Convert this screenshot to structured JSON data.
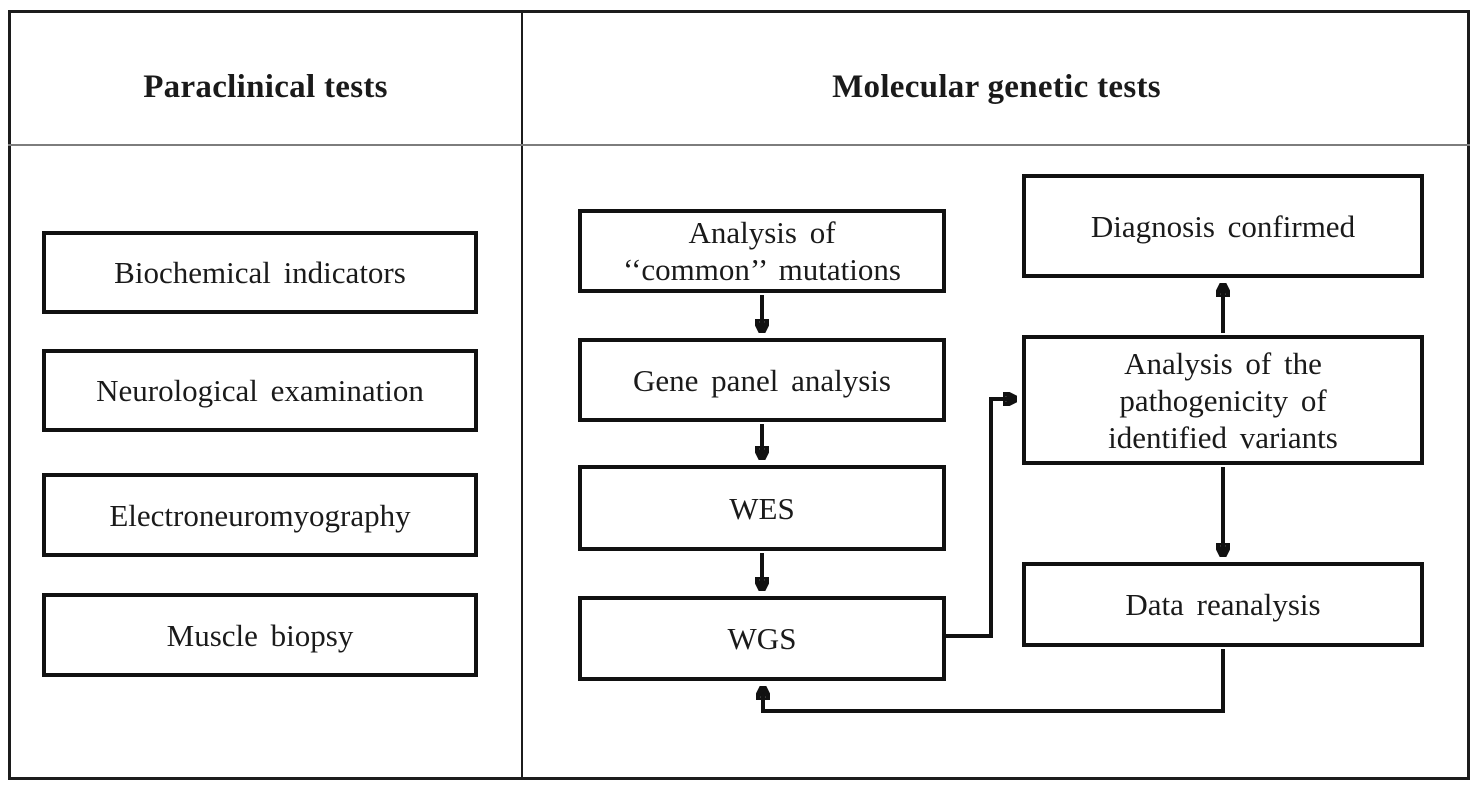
{
  "headers": {
    "left": "Paraclinical tests",
    "right": "Molecular genetic tests"
  },
  "paraclinical": {
    "boxes": [
      "Biochemical indicators",
      "Neurological examination",
      "Electroneuromyography",
      "Muscle biopsy"
    ]
  },
  "molecular": {
    "analysis_common": {
      "line1": "Analysis of",
      "line2": "‘‘common’’ mutations"
    },
    "gene_panel": "Gene panel analysis",
    "wes": "WES",
    "wgs": "WGS",
    "diagnosis_confirmed": "Diagnosis confirmed",
    "pathogenicity": {
      "line1": "Analysis of the",
      "line2": "pathogenicity of",
      "line3": "identified variants"
    },
    "data_reanalysis": "Data reanalysis"
  },
  "edges": [
    {
      "from": "analysis_common",
      "to": "gene_panel"
    },
    {
      "from": "gene_panel",
      "to": "wes"
    },
    {
      "from": "wes",
      "to": "wgs"
    },
    {
      "from": "wgs",
      "to": "pathogenicity"
    },
    {
      "from": "pathogenicity",
      "to": "diagnosis_confirmed"
    },
    {
      "from": "pathogenicity",
      "to": "data_reanalysis"
    },
    {
      "from": "data_reanalysis",
      "to": "wgs"
    }
  ],
  "colors": {
    "line": "#111111",
    "frame": "#1c1c1c",
    "separator": "#7d7d7d",
    "background": "#ffffff",
    "text": "#1a1a1a"
  }
}
